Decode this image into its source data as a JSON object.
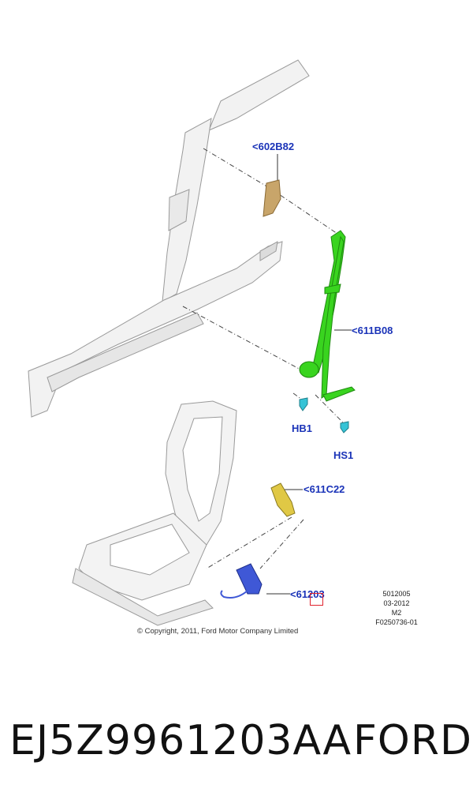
{
  "callouts": {
    "pillar_bracket": "<602B82",
    "seat_belt": "<611B08",
    "bolt_hb1": "HB1",
    "bolt_hs1": "HS1",
    "buckle": "<611C22",
    "buckle_harness": "<61203"
  },
  "info_block": {
    "line1": "5012005",
    "line2": "03-2012",
    "line3": "M2",
    "line4": "F0250736-01"
  },
  "copyright": "© Copyright, 2011, Ford Motor Company Limited",
  "part_number": "EJ5Z9961203AA",
  "brand": "FORD",
  "colors": {
    "callout_text": "#1a33b8",
    "seat_belt_part": "#39d41f",
    "bracket_part": "#c8a56a",
    "buckle_part": "#e0c845",
    "harness_part": "#3f58d6",
    "bolt_part": "#36c3d6",
    "highlight_box": "#e0232e"
  }
}
